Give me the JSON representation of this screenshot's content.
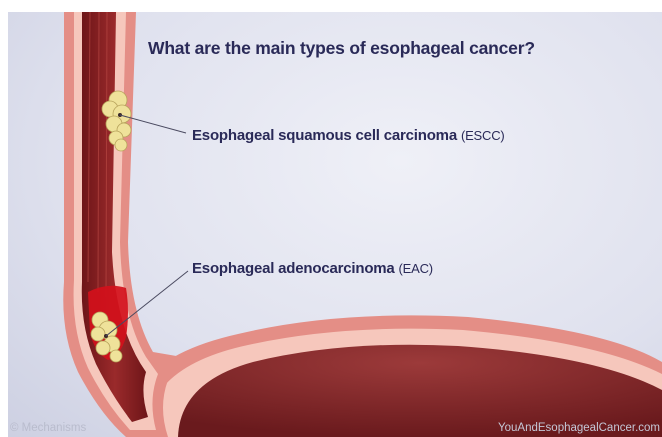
{
  "title": "What are the main types of esophageal cancer?",
  "labels": {
    "escc": {
      "name": "Esophageal squamous cell carcinoma",
      "abbr": "(ESCC)"
    },
    "eac": {
      "name": "Esophageal adenocarcinoma",
      "abbr": "(EAC)"
    }
  },
  "credits": {
    "left": "© Mechanisms",
    "right": "YouAndEsophagealCancer.com"
  },
  "colors": {
    "tissue_outer": "#e48e86",
    "tissue_light": "#f6c7bc",
    "lumen": "#8a1f22",
    "tumor_red": "#d3101b",
    "tumor_yellow": "#efe29a",
    "text": "#2a2a58"
  }
}
